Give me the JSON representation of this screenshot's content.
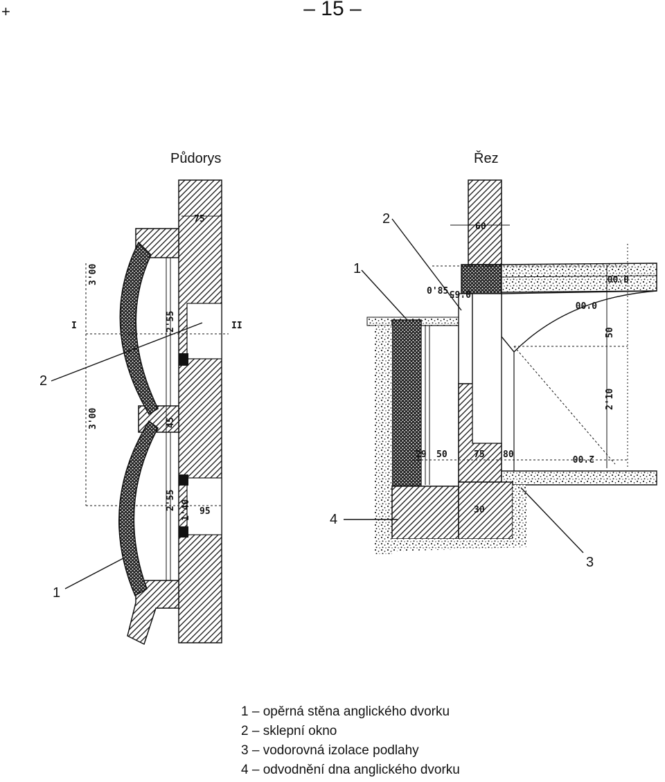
{
  "page": {
    "crop_mark": "+",
    "page_number": "– 15 –"
  },
  "titles": {
    "plan": "Půdorys",
    "section": "Řez"
  },
  "plan": {
    "section_marks": [
      "I",
      "II"
    ],
    "callouts": [
      "1",
      "2"
    ],
    "dims": [
      "75",
      "3'00",
      "2'55",
      "3'00",
      "45",
      "2'55",
      "1'40",
      "95"
    ]
  },
  "section": {
    "callouts": [
      "1",
      "2",
      "3",
      "4"
    ],
    "dims": [
      "60",
      "0'85",
      "0'65",
      "0'00",
      "0'00",
      "50",
      "2'10",
      "29",
      "50",
      "75",
      "30",
      "2'00",
      "80"
    ]
  },
  "legend": [
    "1 – opěrná stěna anglického dvorku",
    "2 – sklepní okno",
    "3 – vodorovná izolace podlahy",
    "4 – odvodnění dna anglického dvorku"
  ]
}
